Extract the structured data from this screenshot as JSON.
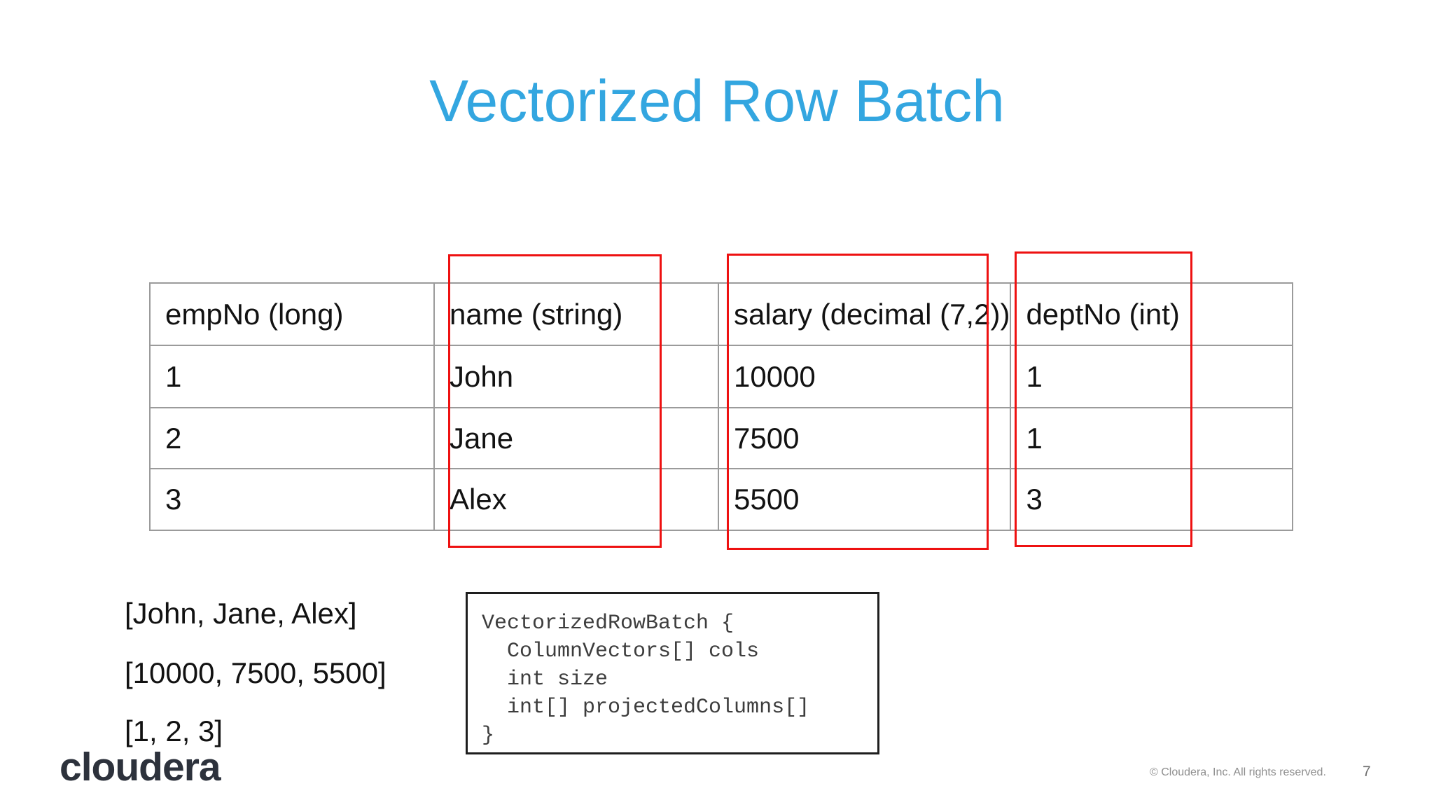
{
  "slide": {
    "title": "Vectorized Row Batch"
  },
  "colors": {
    "title_blue": "#33a6e0",
    "highlight_red": "#ee1111",
    "table_border_gray": "#9b9b9b",
    "logo_dark": "#2d323c"
  },
  "table": {
    "headers": [
      "empNo (long)",
      "name (string)",
      "salary (decimal (7,2))",
      "deptNo (int)"
    ],
    "rows": [
      [
        "1",
        "John",
        "10000",
        "1"
      ],
      [
        "2",
        "Jane",
        "7500",
        "1"
      ],
      [
        "3",
        "Alex",
        "5500",
        "3"
      ]
    ],
    "highlighted_columns": [
      "name (string)",
      "salary (decimal (7,2))",
      "deptNo (int)"
    ]
  },
  "vectors": {
    "names": "[John, Jane, Alex]",
    "salaries": "[10000, 7500, 5500]",
    "deptnos": "[1, 2, 3]"
  },
  "code": {
    "text": "VectorizedRowBatch {\n  ColumnVectors[] cols\n  int size\n  int[] projectedColumns[]\n}"
  },
  "footer": {
    "logo": "cloudera",
    "copyright": "© Cloudera, Inc. All rights reserved.",
    "page": "7"
  }
}
